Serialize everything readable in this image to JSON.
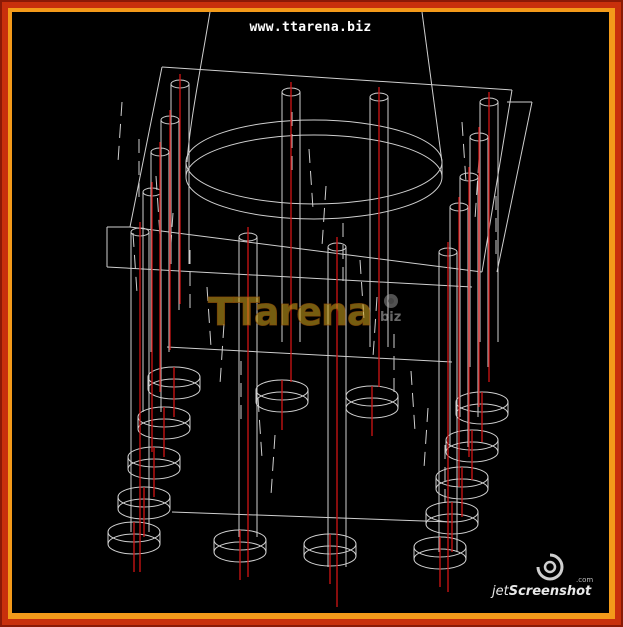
{
  "header": {
    "site_url": "www.ttarena.biz"
  },
  "watermark": {
    "brand": "TTarena",
    "suffix": "biz"
  },
  "capture_badge": {
    "prefix": "jet",
    "brand": "Screenshot",
    "domain": ".com"
  },
  "colors": {
    "frame_outer": "#c8300c",
    "frame_inner": "#f39a1a",
    "background": "#000000",
    "wire": "#cfcfcf",
    "axis": "#d21414"
  }
}
